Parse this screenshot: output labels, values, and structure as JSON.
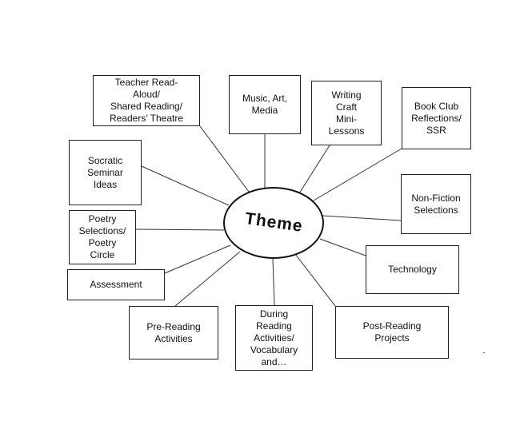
{
  "center": {
    "label": "Theme"
  },
  "nodes": [
    {
      "id": "teacher-read-aloud",
      "lines": [
        "Teacher Read-",
        "Aloud/",
        "Shared Reading/",
        "Readers’ Theatre"
      ]
    },
    {
      "id": "music-art-media",
      "lines": [
        "Music, Art,",
        "Media"
      ]
    },
    {
      "id": "writing-craft",
      "lines": [
        "Writing",
        "Craft",
        "Mini-",
        "Lessons"
      ]
    },
    {
      "id": "book-club",
      "lines": [
        "Book Club",
        "Reflections/",
        "SSR"
      ]
    },
    {
      "id": "socratic-seminar",
      "lines": [
        "Socratic",
        "Seminar",
        "Ideas"
      ]
    },
    {
      "id": "non-fiction",
      "lines": [
        "Non-Fiction",
        "Selections"
      ]
    },
    {
      "id": "poetry",
      "lines": [
        "Poetry",
        "Selections/",
        "Poetry",
        "Circle"
      ]
    },
    {
      "id": "technology",
      "lines": [
        "Technology"
      ]
    },
    {
      "id": "assessment",
      "lines": [
        "Assessment"
      ]
    },
    {
      "id": "pre-reading",
      "lines": [
        "Pre-Reading",
        "Activities"
      ]
    },
    {
      "id": "during-reading",
      "lines": [
        "During",
        "Reading",
        "Activities/",
        "Vocabulary",
        "and…"
      ]
    },
    {
      "id": "post-reading",
      "lines": [
        "Post-Reading",
        "Projects"
      ]
    }
  ]
}
